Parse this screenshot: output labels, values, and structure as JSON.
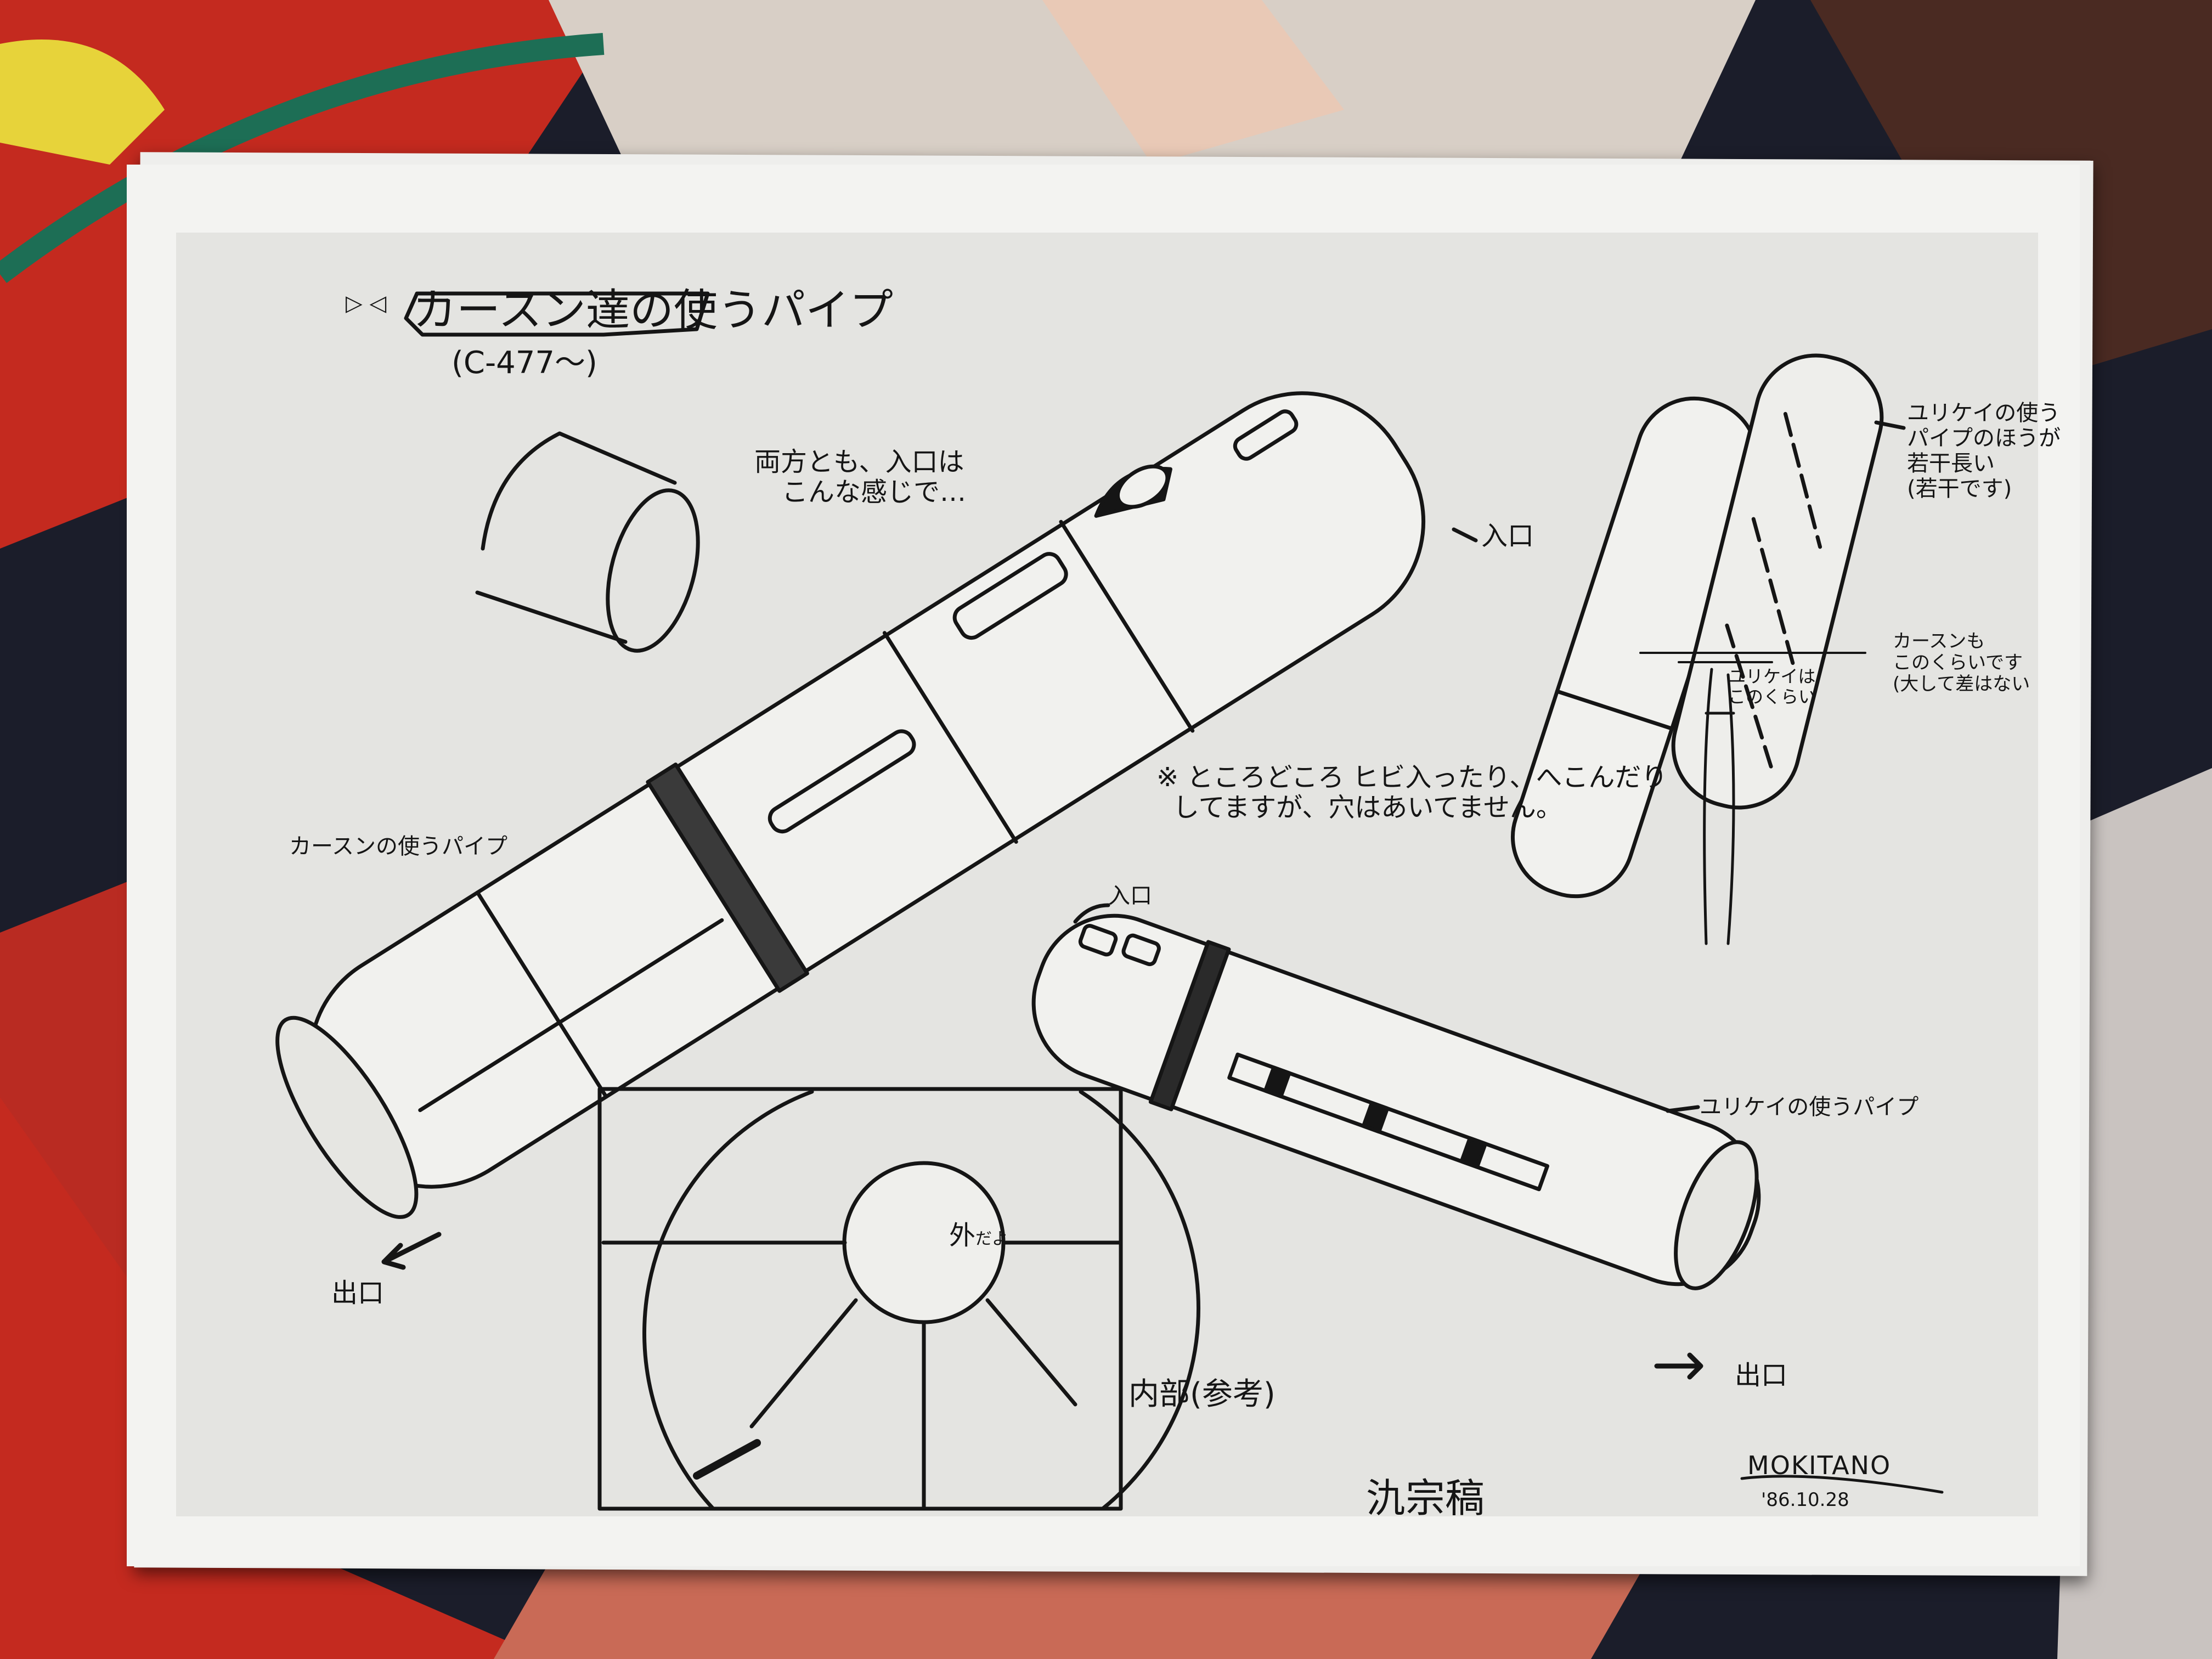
{
  "sheet": {
    "title": "カースン達の使うパイプ",
    "title_marks": "▷ ◁",
    "subtitle": "(C-477〜)",
    "note_entrance_detail": [
      "両方とも、入口は",
      "こんな感じで…"
    ],
    "label_entrance_big": "入口",
    "label_karsun_pipe": "カースンの使うパイプ",
    "note_damage": [
      "※ ところどころ ヒビ入ったり、へこんだり",
      "してますが、穴はあいてません。"
    ],
    "label_entrance_small": "入口",
    "label_yurikei_pipe": "ユリケイの使うパイプ",
    "label_exit_left": "出口",
    "label_exit_right": "出口",
    "label_outside": "外",
    "label_outside_suffix": "だよ",
    "label_interior": "内部(参考)",
    "note_length": [
      "ユリケイの使う",
      "パイプのほうが",
      "若干長い",
      "(若干です)"
    ],
    "note_karsun_height": [
      "カースンも",
      "このくらいです",
      "(大して差はない"
    ],
    "note_yurikei_height": [
      "ユリケイは",
      "このくらい"
    ],
    "artist_name": "氿宗稿",
    "signature": "MOKITANO",
    "date": "'86.10.28"
  },
  "colors": {
    "cloth_red": "#c42a1f",
    "cloth_dark": "#1b1d2a",
    "paper": "#f3f3f1",
    "print_gray": "#e4e4e1",
    "ink": "#151515"
  }
}
